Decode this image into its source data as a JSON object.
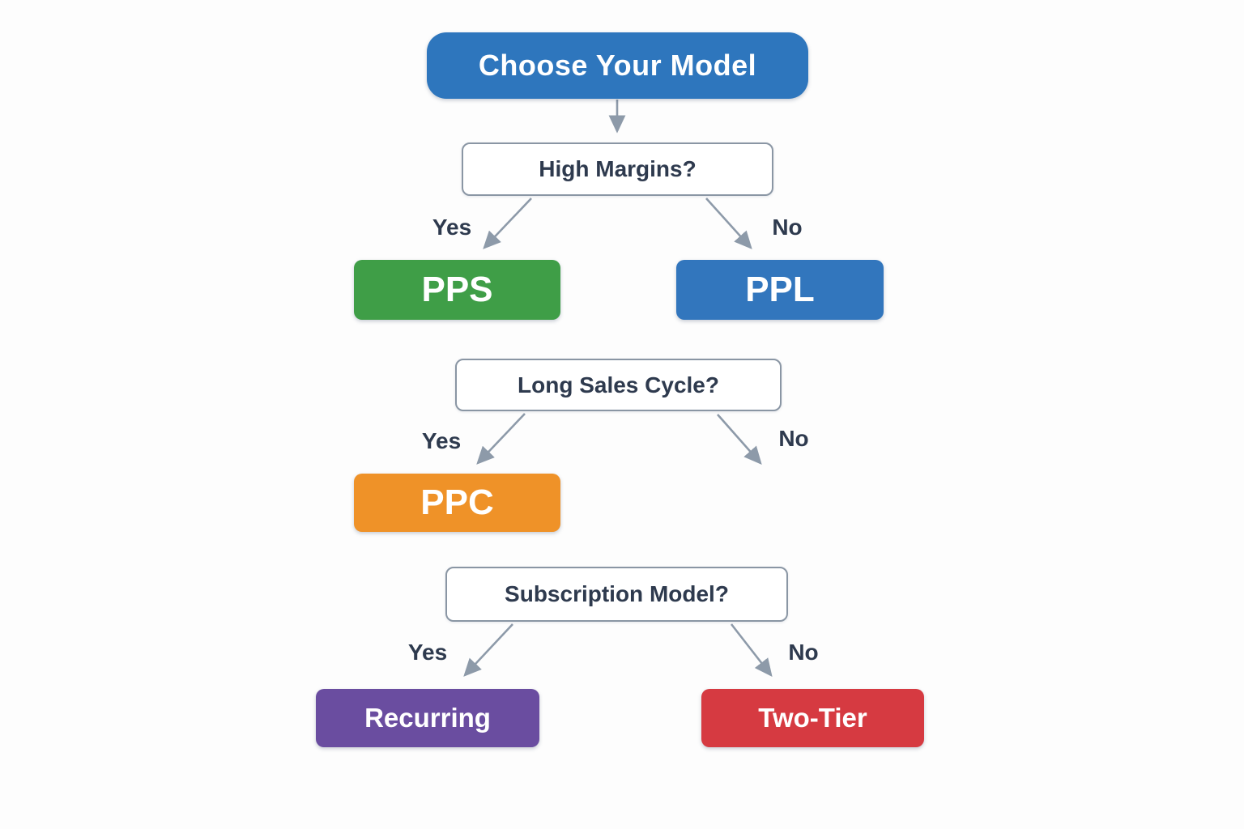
{
  "title": "Choose Your Model flowchart",
  "colors": {
    "background": "#fdfdfd",
    "arrow": "#8d9aa9",
    "question_border": "#8a96a4",
    "question_text": "#2e3a4e",
    "root_box": "#2e76bd",
    "pps_box": "#3f9e47",
    "ppl_box": "#3276bd",
    "ppc_box": "#ef9228",
    "recurring_box": "#6a4da0",
    "two_tier_box": "#d63a41"
  },
  "flowchart": {
    "root": {
      "label": "Choose Your Model"
    },
    "decisions": [
      {
        "question": "High Margins?",
        "yes_label": "Yes",
        "no_label": "No",
        "yes_result": "PPS",
        "no_result": "PPL"
      },
      {
        "question": "Long Sales Cycle?",
        "yes_label": "Yes",
        "no_label": "No",
        "yes_result": "PPC",
        "no_result": ""
      },
      {
        "question": "Subscription Model?",
        "yes_label": "Yes",
        "no_label": "No",
        "yes_result": "Recurring",
        "no_result": "Two-Tier"
      }
    ]
  }
}
